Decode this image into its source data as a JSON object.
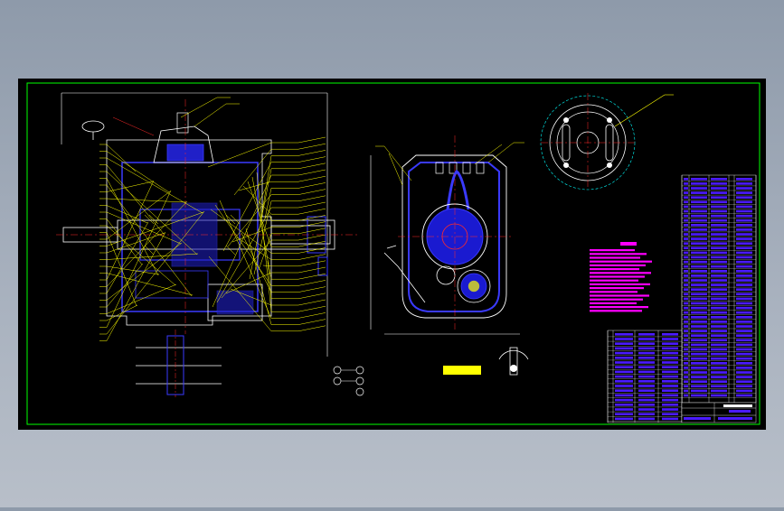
{
  "drawing": {
    "background_color": "#000000",
    "frame_color": "#00ff00",
    "colors": {
      "outline": "#ffffff",
      "section": "#3a3aff",
      "leader": "#ffff00",
      "centerline": "#ff2a2a",
      "dimension": "#00ffff",
      "note_text": "#ff00ff",
      "table_cell": "#4b1aff",
      "fill_section": "#2020c8"
    }
  },
  "views": [
    {
      "name": "main-sectional-view"
    },
    {
      "name": "side-sectional-view"
    },
    {
      "name": "detail-view-a"
    },
    {
      "name": "partial-view-shaft"
    },
    {
      "name": "partial-view-b"
    }
  ],
  "title_block": {
    "present": true
  },
  "parts_list": {
    "present": true
  },
  "technical_requirements": {
    "present": true
  }
}
